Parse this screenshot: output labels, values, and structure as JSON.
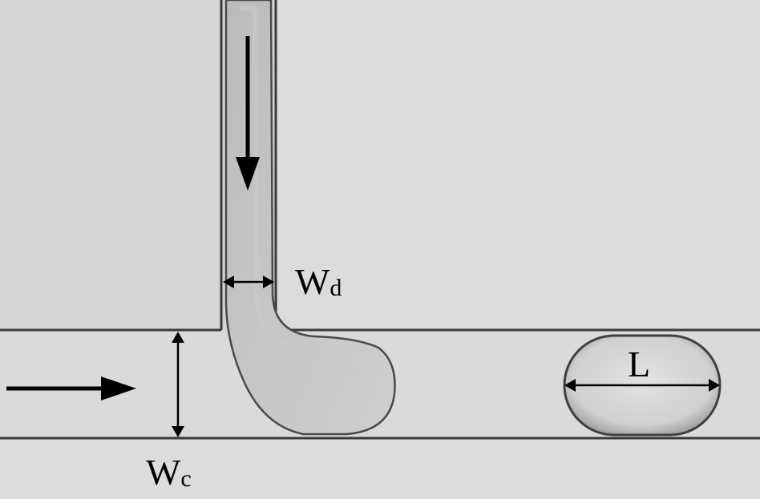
{
  "labels": {
    "dispersed_channel_width": {
      "main": "W",
      "sub": "d"
    },
    "continuous_channel_width": {
      "main": "W",
      "sub": "c"
    },
    "droplet_length": "L"
  },
  "arrows": [
    {
      "name": "dispersed-phase-flow-arrow",
      "direction": "down"
    },
    {
      "name": "continuous-phase-flow-arrow",
      "direction": "right"
    }
  ],
  "colors": {
    "background": "#d6d6d6",
    "channel": "#dadada",
    "fluid": "#c2c2c2",
    "wall": "#3a3a3a",
    "ink": "#000000"
  }
}
